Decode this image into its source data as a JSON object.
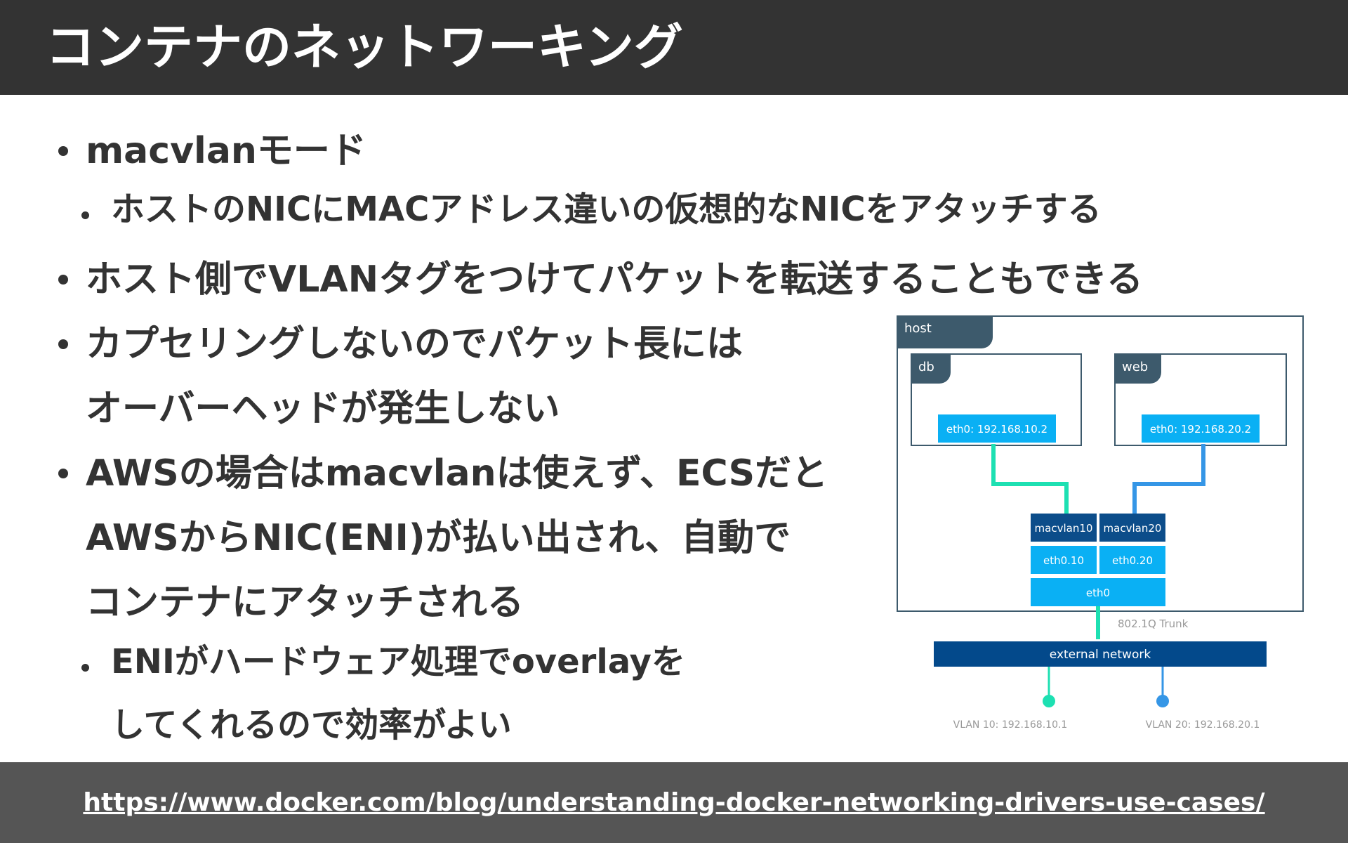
{
  "slide": {
    "title": "コンテナのネットワーキング",
    "bullets": [
      "macvlanモード",
      "ホストのNICにMACアドレス違いの仮想的なNICをアタッチする",
      "ホスト側でVLANタグをつけてパケットを転送することもできる",
      "カプセリングしないのでパケット長には",
      "オーバーヘッドが発生しない",
      "AWSの場合はmacvlanは使えず、ECSだと",
      "AWSからNIC(ENI)が払い出され、自動で",
      "コンテナにアタッチされる",
      "ENIがハードウェア処理でoverlayを",
      "してくれるので効率がよい"
    ],
    "source_url": "https://www.docker.com/blog/understanding-docker-networking-drivers-use-cases/"
  },
  "diagram": {
    "host_label": "host",
    "db_label": "db",
    "web_label": "web",
    "db_eth": "eth0: 192.168.10.2",
    "web_eth": "eth0: 192.168.20.2",
    "macvlan10": "macvlan10",
    "macvlan20": "macvlan20",
    "eth010": "eth0.10",
    "eth020": "eth0.20",
    "eth0": "eth0",
    "trunk": "802.1Q Trunk",
    "external": "external network",
    "vlan10": "VLAN 10: 192.168.10.1",
    "vlan20": "VLAN 20: 192.168.20.1"
  },
  "colors": {
    "header_bg": "#333333",
    "footer_bg": "#555555",
    "host_border": "#3d5a6c",
    "tab_bg": "#3d5a6c",
    "eth_light": "#0ab0f4",
    "macvlan_dark": "#0c4d8a",
    "external_dark": "#03498b",
    "vlan10_line": "#1de0b2",
    "vlan20_line": "#3596e6"
  }
}
